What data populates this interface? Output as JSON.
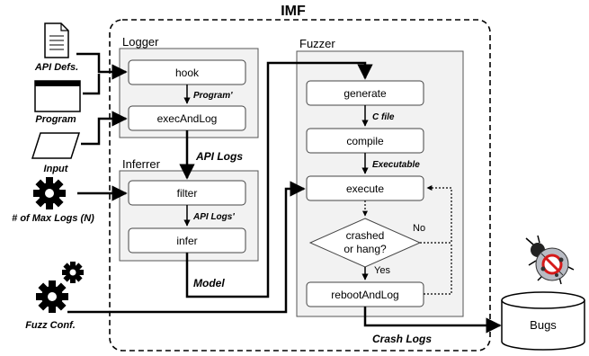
{
  "title": "IMF",
  "modules": {
    "logger": {
      "title": "Logger",
      "steps": [
        "hook",
        "execAndLog"
      ]
    },
    "inferrer": {
      "title": "Inferrer",
      "steps": [
        "filter",
        "infer"
      ]
    },
    "fuzzer": {
      "title": "Fuzzer",
      "steps": [
        "generate",
        "compile",
        "execute",
        "rebootAndLog"
      ],
      "decision": [
        "crashed",
        "or hang?"
      ]
    }
  },
  "inputs": {
    "api_defs": "API Defs.",
    "program": "Program",
    "input": "Input",
    "max_logs": "# of Max Logs (N)",
    "fuzz_conf": "Fuzz Conf."
  },
  "edge_labels": {
    "program_prime": "Program'",
    "api_logs": "API Logs",
    "api_logs_prime": "API Logs'",
    "model": "Model",
    "c_file": "C file",
    "executable": "Executable",
    "yes": "Yes",
    "no": "No",
    "crash_logs": "Crash Logs"
  },
  "output": {
    "bugs": "Bugs"
  },
  "icons": [
    "document-icon",
    "program-window-icon",
    "input-parallelogram-icon",
    "gear-icon",
    "gears-icon",
    "ladybug-icon",
    "database-cylinder-icon"
  ],
  "colors": {
    "module_fill": "#f2f2f2",
    "box_fill": "#ffffff",
    "stroke": "#000000",
    "bug_body": "#b9bcc4",
    "bug_red": "#d51a1a"
  }
}
